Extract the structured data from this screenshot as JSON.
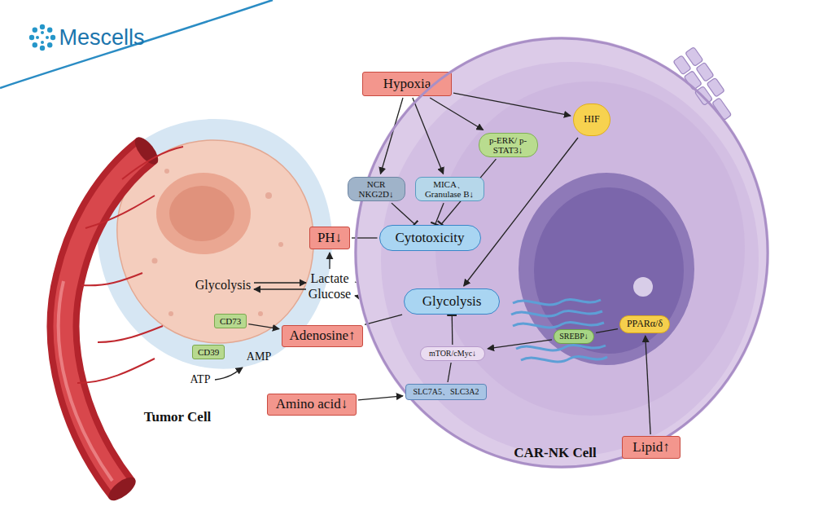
{
  "diagram": {
    "nodes": [
      {
        "text": [
          "Hypoxia"
        ]
      },
      {
        "text": [
          "CAR-NK Cell"
        ]
      },
      {
        "text": [
          "NCR NKG2D↓"
        ],
        "in": 1
      },
      {
        "text": [
          "MICA、 Granulase B↓"
        ],
        "in": 1
      },
      {
        "text": [
          "p-ERK/ p-STAT3↓"
        ],
        "in": 1
      },
      {
        "text": [
          "HIF"
        ],
        "in": 1
      },
      {
        "text": [
          "Cytotoxicity"
        ],
        "in": 1
      },
      {
        "text": [
          "Glycolysis"
        ],
        "in": 1
      },
      {
        "text": [
          "mTOR/cMyc↓"
        ],
        "in": 1
      },
      {
        "text": [
          "SLC7A5、SLC3A2"
        ],
        "in": 1
      },
      {
        "text": [
          "SREBP↓"
        ],
        "in": 1
      },
      {
        "text": [
          "PPARα/δ"
        ],
        "in": 1
      },
      {
        "text": [
          "PH↓"
        ]
      },
      {
        "text": [
          "CD73"
        ]
      },
      {
        "text": [
          "CD39"
        ]
      },
      {
        "text": [
          "Adenosine↑"
        ]
      },
      {
        "text": [
          "Amino acid↓"
        ]
      },
      {
        "text": [
          "Lipid↑"
        ]
      }
    ],
    "edges": [
      {
        "from": 0,
        "to": 2,
        "arrow": "to"
      },
      {
        "from": 0,
        "to": 3,
        "arrow": "to"
      },
      {
        "from": 0,
        "to": 4,
        "arrow": "to"
      },
      {
        "from": 0,
        "to": 5,
        "arrow": "to"
      },
      {
        "from": 2,
        "to": 6,
        "arrow": "none"
      },
      {
        "from": 3,
        "to": 6,
        "arrow": "none"
      },
      {
        "from": 4,
        "to": 6,
        "arrow": "none"
      },
      {
        "from": 5,
        "to": 7,
        "arrow": "to"
      },
      {
        "from": 12,
        "to": 6,
        "arrow": "none"
      },
      {
        "from": 15,
        "to": 7,
        "arrow": "none"
      },
      {
        "from": 8,
        "to": 7,
        "arrow": "none"
      },
      {
        "from": 9,
        "to": 8,
        "arrow": "none"
      },
      {
        "from": 16,
        "to": 9,
        "arrow": "to"
      },
      {
        "from": 10,
        "to": 8,
        "arrow": "to"
      },
      {
        "from": 11,
        "to": 10,
        "arrow": "none"
      },
      {
        "from": 17,
        "to": 11,
        "arrow": "to"
      },
      {
        "from": 13,
        "to": 15,
        "arrow": "to"
      }
    ],
    "labels": [
      "Mescells",
      "Glycolysis",
      "Lactate",
      "Glucose",
      "AMP",
      "ATP",
      "Tumor Cell"
    ]
  }
}
